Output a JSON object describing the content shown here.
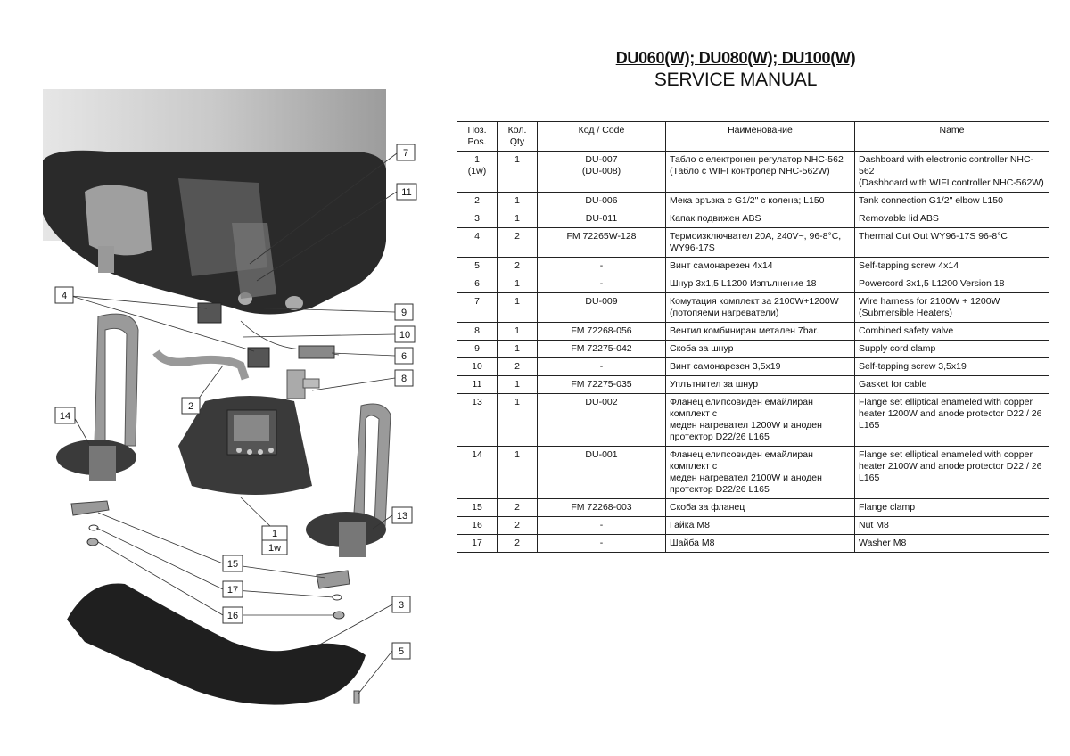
{
  "header": {
    "models": "DU060(W); DU080(W); DU100(W)",
    "subtitle": "SERVICE MANUAL"
  },
  "table": {
    "headers": {
      "pos": [
        "Поз.",
        "Pos."
      ],
      "qty": [
        "Кол.",
        "Qty"
      ],
      "code": "Код / Code",
      "name_bg": "Наименование",
      "name_en": "Name"
    },
    "rows": [
      {
        "pos": [
          "1",
          "(1w)"
        ],
        "qty": "1",
        "code": [
          "DU-007",
          "(DU-008)"
        ],
        "name_bg": [
          "Табло с електронен регулатор NHC-562",
          "(Табло с WIFI контролер NHC-562W)"
        ],
        "name_en": [
          "Dashboard with electronic controller NHC-562",
          "(Dashboard  with WIFI controller NHC-562W)"
        ]
      },
      {
        "pos": [
          "2"
        ],
        "qty": "1",
        "code": [
          "DU-006"
        ],
        "name_bg": [
          "Мека връзка с G1/2\" с колена; L150"
        ],
        "name_en": [
          "Tank connection G1/2\" elbow L150"
        ]
      },
      {
        "pos": [
          "3"
        ],
        "qty": "1",
        "code": [
          "DU-011"
        ],
        "name_bg": [
          "Капак подвижен ABS"
        ],
        "name_en": [
          "Removable lid ABS"
        ]
      },
      {
        "pos": [
          "4"
        ],
        "qty": "2",
        "code": [
          "FM 72265W-128"
        ],
        "name_bg": [
          "Термоизключвател 20А, 240V~, 96-8°С,",
          "WY96-17S"
        ],
        "name_en": [
          "Thermal Cut Out WY96-17S  96-8°C"
        ]
      },
      {
        "pos": [
          "5"
        ],
        "qty": "2",
        "code": [
          "-"
        ],
        "name_bg": [
          "Винт самонарезен 4x14"
        ],
        "name_en": [
          "Self-tapping screw 4x14"
        ]
      },
      {
        "pos": [
          "6"
        ],
        "qty": "1",
        "code": [
          "-"
        ],
        "name_bg": [
          "Шнур 3x1,5 L1200 Изпълнение 18"
        ],
        "name_en": [
          "Powercord 3x1,5 L1200 Version 18"
        ]
      },
      {
        "pos": [
          "7"
        ],
        "qty": "1",
        "code": [
          "DU-009"
        ],
        "name_bg": [
          "Комутация комплект за 2100W+1200W",
          "(потопяеми нагреватели)"
        ],
        "name_en": [
          "Wire harness for 2100W + 1200W",
          "(Submersible Heaters)"
        ]
      },
      {
        "pos": [
          "8"
        ],
        "qty": "1",
        "code": [
          "FM 72268-056"
        ],
        "name_bg": [
          "Вентил комбиниран метален 7bar."
        ],
        "name_en": [
          "Combined safety valve"
        ]
      },
      {
        "pos": [
          "9"
        ],
        "qty": "1",
        "code": [
          "FM 72275-042"
        ],
        "name_bg": [
          "Скоба за шнур"
        ],
        "name_en": [
          "Supply cord clamp"
        ]
      },
      {
        "pos": [
          "10"
        ],
        "qty": "2",
        "code": [
          "-"
        ],
        "name_bg": [
          "Винт самонарезен 3,5x19"
        ],
        "name_en": [
          "Self-tapping screw 3,5x19"
        ]
      },
      {
        "pos": [
          "11"
        ],
        "qty": "1",
        "code": [
          "FM 72275-035"
        ],
        "name_bg": [
          "Уплътнител за шнур"
        ],
        "name_en": [
          "Gasket for cable"
        ]
      },
      {
        "pos": [
          "13"
        ],
        "qty": "1",
        "code": [
          "DU-002"
        ],
        "name_bg": [
          "Фланец елипсовиден емайлиран комплект с",
          "меден нагревател 1200W и аноден",
          "протектор D22/26 L165"
        ],
        "name_en": [
          "Flange set elliptical enameled with copper",
          "heater 1200W and anode protector D22 / 26",
          "L165"
        ]
      },
      {
        "pos": [
          "14"
        ],
        "qty": "1",
        "code": [
          "DU-001"
        ],
        "name_bg": [
          "Фланец елипсовиден емайлиран комплект с",
          "меден нагревател 2100W и аноден",
          "протектор D22/26 L165"
        ],
        "name_en": [
          "Flange set elliptical enameled with copper",
          "heater 2100W and anode protector D22 / 26",
          "L165"
        ]
      },
      {
        "pos": [
          "15"
        ],
        "qty": "2",
        "code": [
          "FM 72268-003"
        ],
        "name_bg": [
          "Скоба за фланец"
        ],
        "name_en": [
          "Flange clamp"
        ]
      },
      {
        "pos": [
          "16"
        ],
        "qty": "2",
        "code": [
          "-"
        ],
        "name_bg": [
          "Гайка М8"
        ],
        "name_en": [
          "Nut M8"
        ]
      },
      {
        "pos": [
          "17"
        ],
        "qty": "2",
        "code": [
          "-"
        ],
        "name_bg": [
          "Шайба М8"
        ],
        "name_en": [
          "Washer M8"
        ]
      }
    ]
  },
  "callouts": [
    {
      "id": "c7",
      "text": "7"
    },
    {
      "id": "c11",
      "text": "11"
    },
    {
      "id": "c4",
      "text": "4"
    },
    {
      "id": "c9",
      "text": "9"
    },
    {
      "id": "c10",
      "text": "10"
    },
    {
      "id": "c6",
      "text": "6"
    },
    {
      "id": "c8",
      "text": "8"
    },
    {
      "id": "c2",
      "text": "2"
    },
    {
      "id": "c14",
      "text": "14"
    },
    {
      "id": "c1",
      "text": "1"
    },
    {
      "id": "c1w",
      "text": "1w"
    },
    {
      "id": "c13",
      "text": "13"
    },
    {
      "id": "c15",
      "text": "15"
    },
    {
      "id": "c17",
      "text": "17"
    },
    {
      "id": "c16",
      "text": "16"
    },
    {
      "id": "c3",
      "text": "3"
    },
    {
      "id": "c5",
      "text": "5"
    }
  ]
}
